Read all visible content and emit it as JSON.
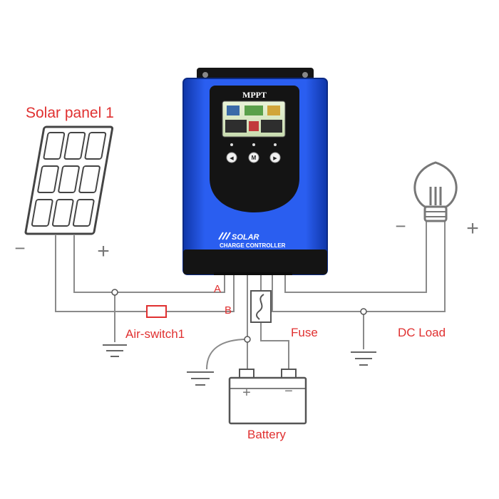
{
  "labels": {
    "solar_panel": "Solar panel 1",
    "air_switch": "Air-switch1",
    "fuse": "Fuse",
    "dc_load": "DC Load",
    "battery": "Battery",
    "terminal_a": "A",
    "terminal_b": "B",
    "minus": "−",
    "plus": "+"
  },
  "controller": {
    "brand": "MPPT",
    "line1": "SOLAR",
    "line2": "CHARGE CONTROLLER",
    "buttons": [
      "◀",
      "M",
      "▶"
    ]
  },
  "colors": {
    "label_red": "#e03030",
    "wire": "#8a8a8a",
    "controller_blue": "#1f4fd8",
    "controller_dark": "#141414"
  }
}
